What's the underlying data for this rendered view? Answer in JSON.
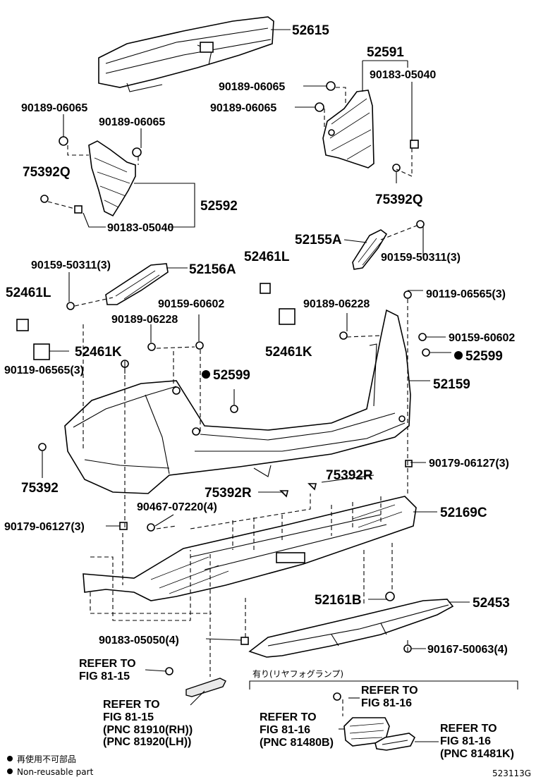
{
  "labels": {
    "p52615": "52615",
    "p52591": "52591",
    "p90183_05040_r": "90183-05040",
    "p90189_06065_a": "90189-06065",
    "p90189_06065_b": "90189-06065",
    "p90189_06065_c": "90189-06065",
    "p90189_06065_d": "90189-06065",
    "p75392q_l": "75392Q",
    "p75392q_r": "75392Q",
    "p52592": "52592",
    "p90183_05040_l": "90183-05040",
    "p52155a": "52155A",
    "p90159_50311_r": "90159-50311(3)",
    "p90159_50311_l": "90159-50311(3)",
    "p52156a": "52156A",
    "p52461l_c": "52461L",
    "p52461l_l": "52461L",
    "p90159_60602_l": "90159-60602",
    "p90189_06228_l": "90189-06228",
    "p90189_06228_r": "90189-06228",
    "p90119_06565_r": "90119-06565(3)",
    "p52461k_l": "52461K",
    "p52461k_c": "52461K",
    "p90159_60602_r": "90159-60602",
    "p52599_r": "52599",
    "p90119_06565_l": "90119-06565(3)",
    "p52599_c": "52599",
    "p52159": "52159",
    "p90179_06127_r": "90179-06127(3)",
    "p75392r_a": "75392R",
    "p75392": "75392",
    "p75392r_b": "75392R",
    "p90467_07220": "90467-07220(4)",
    "p52169c": "52169C",
    "p90179_06127_l": "90179-06127(3)",
    "p52161b": "52161B",
    "p52453": "52453",
    "p90183_05050": "90183-05050(4)",
    "p90167_50063": "90167-50063(4)",
    "refer_a1": "REFER TO",
    "refer_a2": "FIG 81-15",
    "refer_b1": "REFER TO",
    "refer_b2": "FIG 81-15",
    "refer_b3": "(PNC 81910(RH))",
    "refer_b4": "(PNC 81920(LH))",
    "refer_c1": "REFER TO",
    "refer_c2": "FIG 81-16",
    "refer_d1": "REFER TO",
    "refer_d2": "FIG 81-16",
    "refer_d3": "(PNC 81480B)",
    "refer_e1": "REFER TO",
    "refer_e2": "FIG 81-16",
    "refer_e3": "(PNC 81481K)"
  },
  "box_caption": "有り(リヤフォグランプ)",
  "legend": {
    "jp": "再使用不可部品",
    "en": "Non-reusable part"
  },
  "figure_id": "523113G"
}
